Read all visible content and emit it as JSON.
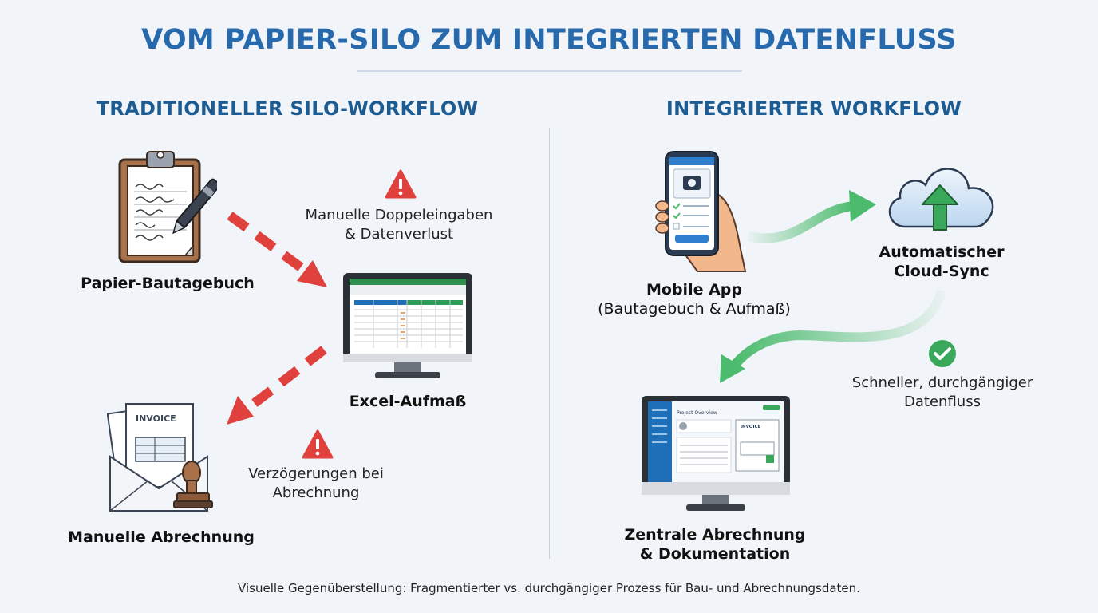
{
  "title": "VOM PAPIER-SILO ZUM INTEGRIERTEN DATENFLUSS",
  "left": {
    "heading": "TRADITIONELLER SILO-WORKFLOW",
    "nodes": {
      "paper": "Papier-Bautagebuch",
      "excel": "Excel-Aufmaß",
      "billing": "Manuelle Abrechnung"
    },
    "warnings": [
      {
        "line1": "Manuelle Doppeleingaben",
        "line2": "& Datenverlust",
        "icon": "warning-triangle-icon"
      },
      {
        "line1": "Verzögerungen bei",
        "line2": "Abrechnung",
        "icon": "warning-triangle-icon"
      }
    ],
    "invoice_word": "INVOICE"
  },
  "right": {
    "heading": "INTEGRIERTER WORKFLOW",
    "nodes": {
      "mobile_title": "Mobile App",
      "mobile_sub": "(Bautagebuch & Aufmaß)",
      "cloud_line1": "Automatischer",
      "cloud_line2": "Cloud-Sync",
      "central_line1": "Zentrale Abrechnung",
      "central_line2": "& Dokumentation"
    },
    "benefit": {
      "line1": "Schneller, durchgängiger",
      "line2": "Datenfluss",
      "icon": "check-circle-icon"
    },
    "dashboard_title": "Project Overview",
    "dashboard_invoice_word": "INVOICE"
  },
  "caption": "Visuelle Gegenüberstellung: Fragmentierter vs. durchgängiger Prozess für Bau- und Abrechnungsdaten.",
  "colors": {
    "title": "#2669ad",
    "heading": "#1d5c92",
    "warning_red": "#e0413c",
    "flow_green": "#4cbb6e",
    "background": "#f1f4f8"
  }
}
